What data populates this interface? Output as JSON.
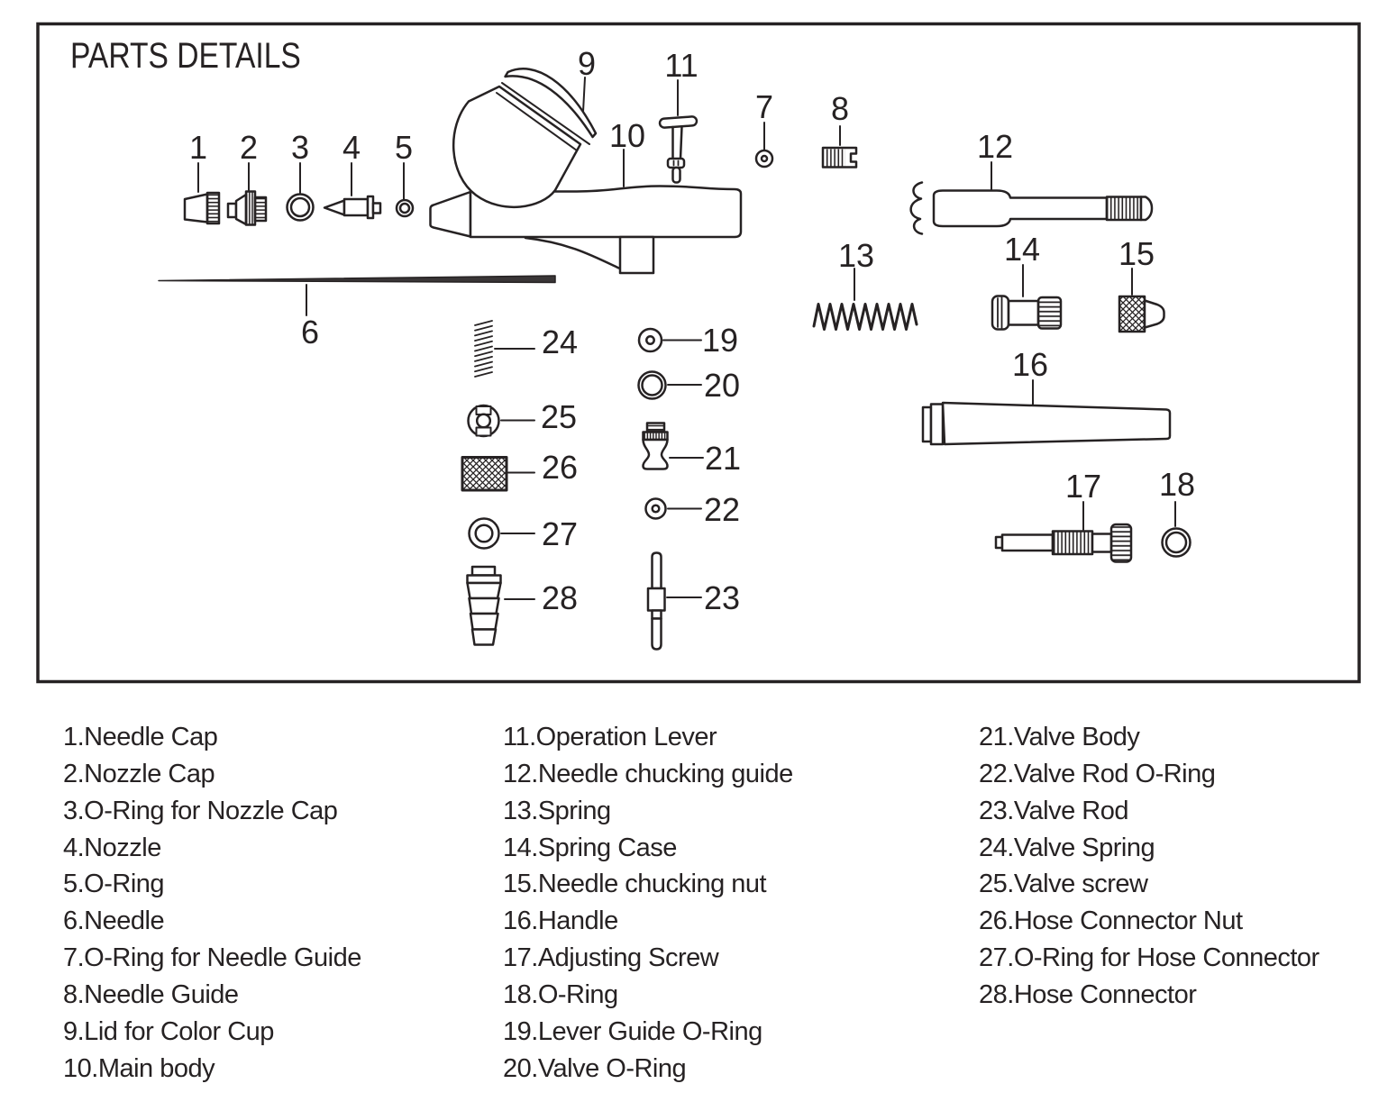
{
  "title": "PARTS DETAILS",
  "colors": {
    "ink": "#262223",
    "background": "#ffffff"
  },
  "parts": [
    {
      "num": "1",
      "name": "Needle Cap"
    },
    {
      "num": "2",
      "name": "Nozzle Cap"
    },
    {
      "num": "3",
      "name": "O-Ring for Nozzle Cap"
    },
    {
      "num": "4",
      "name": "Nozzle"
    },
    {
      "num": "5",
      "name": "O-Ring"
    },
    {
      "num": "6",
      "name": "Needle"
    },
    {
      "num": "7",
      "name": "O-Ring for Needle Guide"
    },
    {
      "num": "8",
      "name": "Needle Guide"
    },
    {
      "num": "9",
      "name": "Lid for Color Cup"
    },
    {
      "num": "10",
      "name": "Main body"
    },
    {
      "num": "11",
      "name": "Operation Lever"
    },
    {
      "num": "12",
      "name": "Needle chucking guide"
    },
    {
      "num": "13",
      "name": "Spring"
    },
    {
      "num": "14",
      "name": "Spring Case"
    },
    {
      "num": "15",
      "name": "Needle chucking nut"
    },
    {
      "num": "16",
      "name": "Handle"
    },
    {
      "num": "17",
      "name": "Adjusting Screw"
    },
    {
      "num": "18",
      "name": "O-Ring"
    },
    {
      "num": "19",
      "name": "Lever Guide O-Ring"
    },
    {
      "num": "20",
      "name": "Valve O-Ring"
    },
    {
      "num": "21",
      "name": "Valve Body"
    },
    {
      "num": "22",
      "name": "Valve Rod O-Ring"
    },
    {
      "num": "23",
      "name": "Valve Rod"
    },
    {
      "num": "24",
      "name": "Valve Spring"
    },
    {
      "num": "25",
      "name": "Valve screw"
    },
    {
      "num": "26",
      "name": "Hose Connector Nut"
    },
    {
      "num": "27",
      "name": "O-Ring for Hose Connector"
    },
    {
      "num": "28",
      "name": "Hose Connector"
    }
  ],
  "legend": {
    "columns": [
      {
        "items": [
          "1.Needle Cap",
          "2.Nozzle Cap",
          "3.O-Ring for Nozzle Cap",
          "4.Nozzle",
          "5.O-Ring",
          "6.Needle",
          "7.O-Ring for Needle Guide",
          "8.Needle Guide",
          "9.Lid for Color Cup",
          "10.Main body"
        ]
      },
      {
        "items": [
          "11.Operation Lever",
          "12.Needle chucking guide",
          "13.Spring",
          "14.Spring Case",
          "15.Needle chucking nut",
          "16.Handle",
          "17.Adjusting Screw",
          "18.O-Ring",
          "19.Lever Guide O-Ring",
          "20.Valve O-Ring"
        ]
      },
      {
        "items": [
          "21.Valve Body",
          "22.Valve Rod O-Ring",
          "23.Valve Rod",
          "24.Valve Spring",
          "25.Valve screw",
          "26.Hose Connector Nut",
          "27.O-Ring for Hose Connector",
          "28.Hose Connector"
        ]
      }
    ]
  }
}
